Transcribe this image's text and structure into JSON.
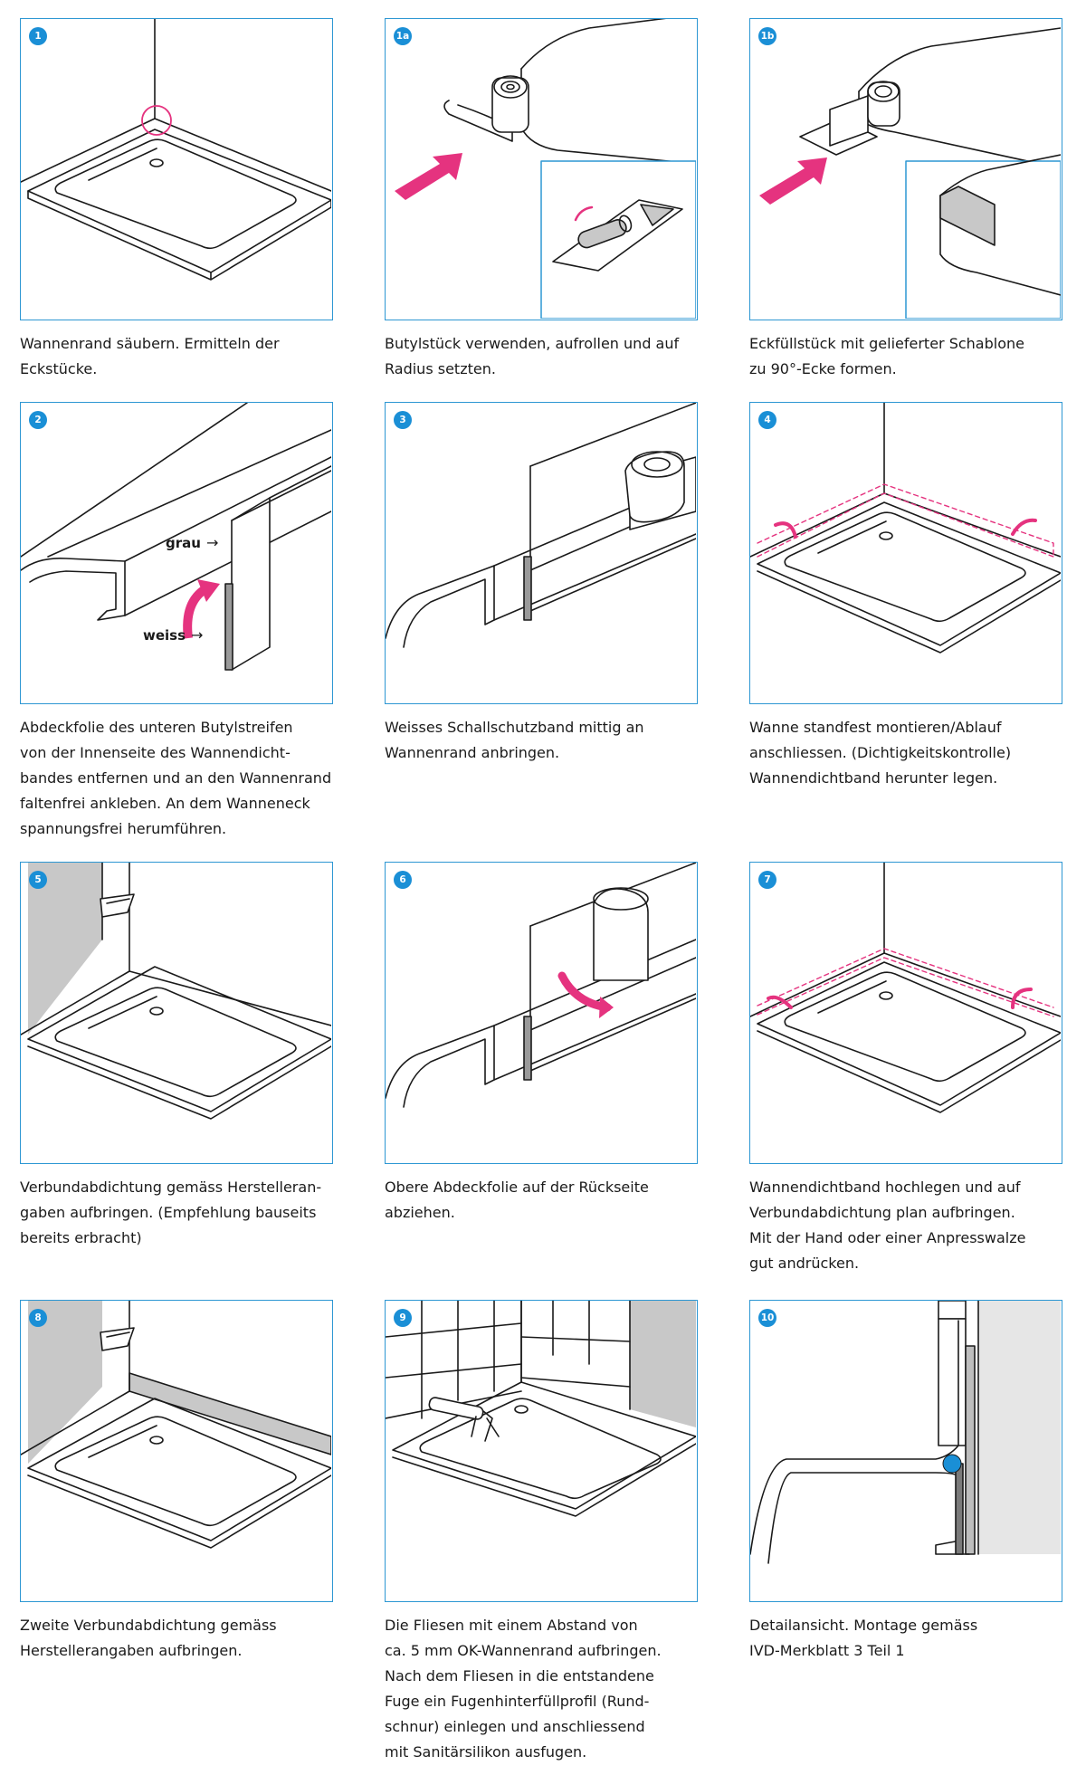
{
  "steps": [
    {
      "num": "1",
      "caption": [
        "Wannenrand säubern. Ermitteln der",
        "Eckstücke."
      ]
    },
    {
      "num": "1a",
      "caption": [
        "Butylstück verwenden, aufrollen und auf",
        "Radius setzten."
      ]
    },
    {
      "num": "1b",
      "caption": [
        "Eckfüllstück mit gelieferter Schablone",
        "zu 90°-Ecke formen."
      ]
    },
    {
      "num": "2",
      "caption": [
        "Abdeckfolie des unteren Butylstreifen",
        "von der Innenseite des Wannendicht-",
        "bandes entfernen und an den Wannenrand",
        "faltenfrei ankleben. An dem Wanneneck",
        "spannungsfrei herumführen."
      ],
      "labels": {
        "grey": "grau",
        "white": "weiss"
      }
    },
    {
      "num": "3",
      "caption": [
        "Weisses Schallschutzband mittig an",
        "Wannenrand anbringen."
      ]
    },
    {
      "num": "4",
      "caption": [
        "Wanne standfest montieren/Ablauf",
        "anschliessen. (Dichtigkeitskontrolle)",
        "Wannendichtband herunter legen."
      ]
    },
    {
      "num": "5",
      "caption": [
        "Verbundabdichtung gemäss Herstelleran-",
        "gaben aufbringen. (Empfehlung bauseits",
        "bereits erbracht)"
      ]
    },
    {
      "num": "6",
      "caption": [
        "Obere Abdeckfolie auf der Rückseite",
        "abziehen."
      ]
    },
    {
      "num": "7",
      "caption": [
        "Wannendichtband hochlegen und auf",
        "Verbundabdichtung plan aufbringen.",
        "Mit der Hand oder einer Anpresswalze",
        "gut andrücken."
      ]
    },
    {
      "num": "8",
      "caption": [
        "Zweite Verbundabdichtung gemäss",
        "Herstellerangaben aufbringen."
      ]
    },
    {
      "num": "9",
      "caption": [
        "Die Fliesen mit einem Abstand von",
        "ca. 5 mm OK-Wannenrand aufbringen.",
        "Nach dem Fliesen in die entstandene",
        "Fuge ein Fugenhinterfüllprofil (Rund-",
        "schnur) einlegen und anschliessend",
        "mit Sanitärsilikon ausfugen."
      ]
    },
    {
      "num": "10",
      "caption": [
        "Detailansicht. Montage gemäss",
        "IVD-Merkblatt 3 Teil 1"
      ]
    }
  ],
  "colors": {
    "frame": "#2d97d3",
    "badge": "#1a8fd6",
    "arrow": "#e5337f",
    "gray": "#c8c8c8",
    "line": "#1a1a1a"
  },
  "icons": [
    "arrow-icon",
    "tape-roll-icon",
    "caulking-gun-icon"
  ]
}
